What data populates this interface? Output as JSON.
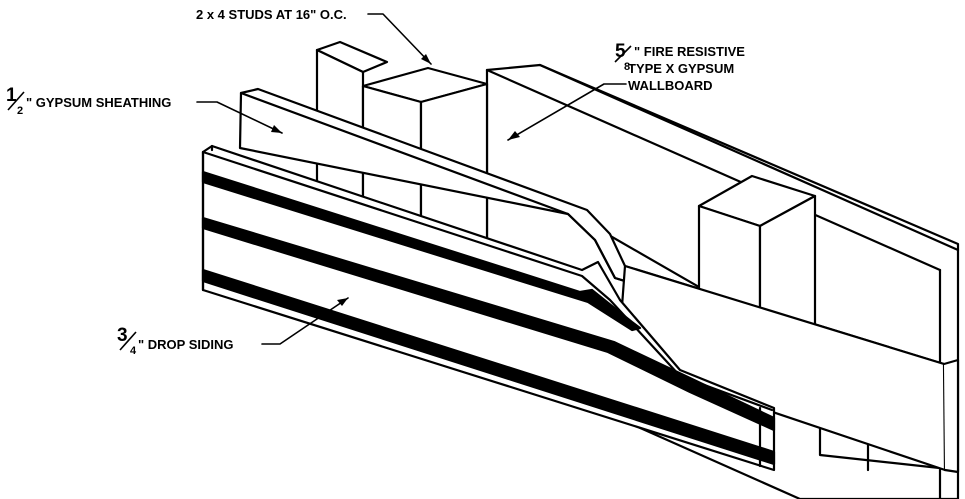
{
  "labels": {
    "studs": "2 x 4 STUDS AT 16\" O.C.",
    "wallboard": {
      "fraction": {
        "numerator": "5",
        "denominator": "8"
      },
      "line1": "\" FIRE RESISTIVE",
      "line2": "TYPE X GYPSUM",
      "line3": "WALLBOARD"
    },
    "sheathing": {
      "fraction": {
        "numerator": "1",
        "denominator": "2"
      },
      "text": "\" GYPSUM SHEATHING"
    },
    "siding": {
      "fraction": {
        "numerator": "3",
        "denominator": "4"
      },
      "text": "\" DROP SIDING"
    }
  },
  "colors": {
    "ink": "#000000",
    "paper": "#ffffff"
  }
}
